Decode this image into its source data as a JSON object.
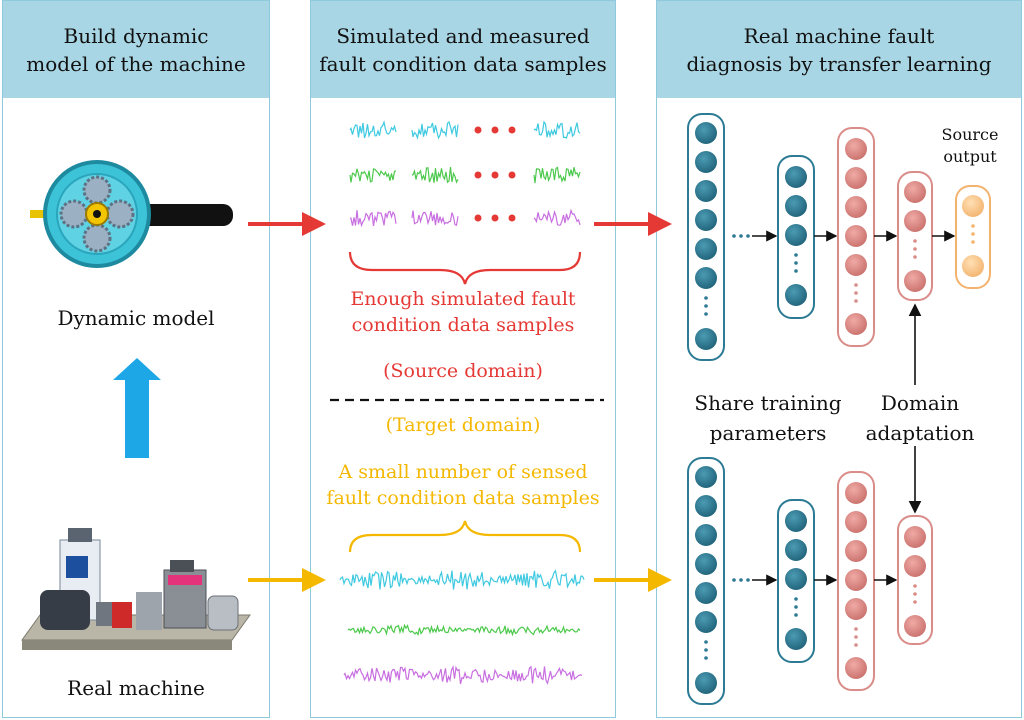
{
  "panels": {
    "left_title": "Build dynamic\nmodel of the machine",
    "middle_title": "Simulated and measured\nfault condition data samples",
    "right_title": "Real machine fault\ndiagnosis by  transfer learning"
  },
  "labels": {
    "dynamic_model": "Dynamic model",
    "real_machine": "Real machine",
    "enough_samples": "Enough simulated fault\ncondition data samples",
    "source_domain": "(Source domain)",
    "target_domain": "(Target domain)",
    "small_samples": "A small number of sensed\nfault condition data samples",
    "share_params": "Share training\nparameters",
    "domain_adaptation": "Domain\nadaptation",
    "source_output": "Source\noutput"
  },
  "colors": {
    "header": "#a9d6e4",
    "red": "#e53935",
    "yellow": "#f5b800",
    "blue_arrow": "#1ea7e6",
    "node_teal": "#2c7a94",
    "node_pink": "#d98c88",
    "node_orange": "#f7c58d",
    "signal_cyan": "#3ec9e0",
    "signal_green": "#4cc94c",
    "signal_magenta": "#c86ee0"
  },
  "icons": [
    "planetary-gear-icon",
    "machine-photo-icon",
    "up-arrow-icon",
    "curly-brace-icon",
    "ellipsis-dots-icon"
  ]
}
